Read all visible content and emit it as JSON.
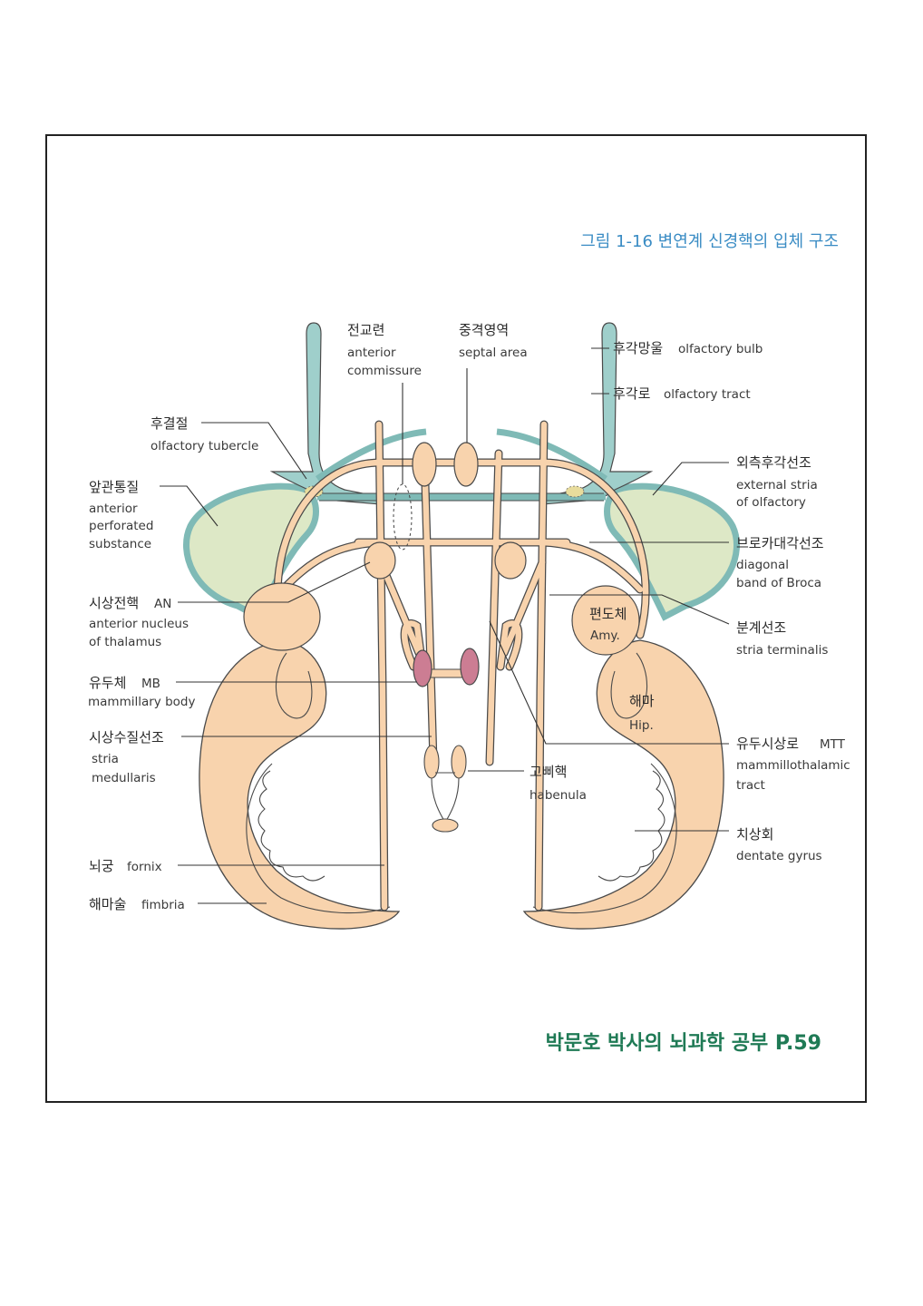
{
  "figure_title": "그림 1-16 변연계 신경핵의 입체 구조",
  "source": "박문호 박사의 뇌과학 공부 P.59",
  "colors": {
    "title": "#3a8cc4",
    "source": "#1f7a55",
    "olfactory": "#9fcfcb",
    "perforated": "#dde8c6",
    "tissue": "#f8d3ad",
    "mammillary": "#cc7d93"
  },
  "labels": {
    "anterior_commissure": {
      "ko": "전교련",
      "en1": "anterior",
      "en2": "commissure"
    },
    "septal_area": {
      "ko": "중격영역",
      "en": "septal area"
    },
    "olfactory_bulb": {
      "ko": "후각망울",
      "en": "olfactory bulb"
    },
    "olfactory_tract": {
      "ko": "후각로",
      "en": "olfactory tract"
    },
    "olfactory_tubercle": {
      "ko": "후결절",
      "en": "olfactory tubercle"
    },
    "external_stria": {
      "ko": "외측후각선조",
      "en1": "external stria",
      "en2": "of olfactory"
    },
    "anterior_perforated": {
      "ko": "앞관통질",
      "en1": "anterior",
      "en2": "perforated",
      "en3": "substance"
    },
    "diagonal_band": {
      "ko": "브로카대각선조",
      "en1": "diagonal",
      "en2": "band of Broca"
    },
    "anterior_nucleus": {
      "ko": "시상전핵",
      "abbr": "AN",
      "en1": "anterior nucleus",
      "en2": "of thalamus"
    },
    "amygdala": {
      "ko": "편도체",
      "en": "Amy."
    },
    "stria_terminalis": {
      "ko": "분계선조",
      "en": "stria terminalis"
    },
    "mammillary_body": {
      "ko": "유두체",
      "abbr": "MB",
      "en": "mammillary body"
    },
    "hippocampus": {
      "ko": "해마",
      "en": "Hip."
    },
    "stria_medullaris": {
      "ko": "시상수질선조",
      "en1": "stria",
      "en2": "medullaris"
    },
    "mtt": {
      "ko": "유두시상로",
      "abbr": "MTT",
      "en1": "mammillothalamic",
      "en2": "tract"
    },
    "habenula": {
      "ko": "고삐핵",
      "en": "habenula"
    },
    "dentate_gyrus": {
      "ko": "치상회",
      "en": "dentate gyrus"
    },
    "fornix": {
      "ko": "뇌궁",
      "en": "fornix"
    },
    "fimbria": {
      "ko": "해마술",
      "en": "fimbria"
    }
  }
}
